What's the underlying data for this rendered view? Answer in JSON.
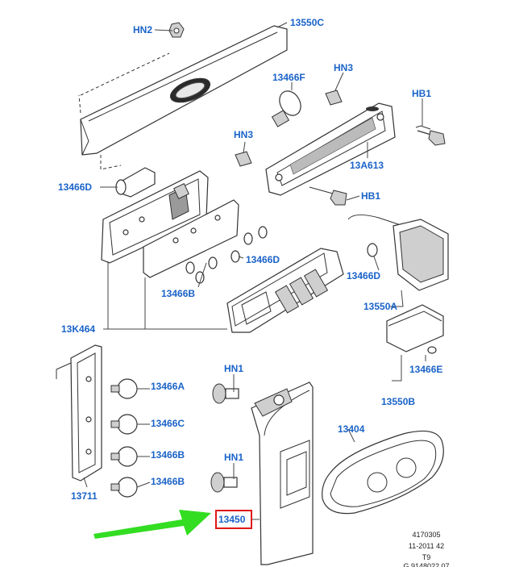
{
  "labels": {
    "hn2": "HN2",
    "p13550c": "13550C",
    "p13466f": "13466F",
    "hn3_top": "HN3",
    "hb1_top": "HB1",
    "hn3_mid": "HN3",
    "p13a613": "13A613",
    "p13466d_left": "13466D",
    "hb1_mid": "HB1",
    "p13466d_mid": "13466D",
    "p13466d_right": "13466D",
    "p13466b_top": "13466B",
    "p13550a": "13550A",
    "p13k464": "13K464",
    "p13466e": "13466E",
    "hn1_top": "HN1",
    "p13550b": "13550B",
    "p13466a": "13466A",
    "p13466c": "13466C",
    "p13404": "13404",
    "p13466b_mid": "13466B",
    "hn1_bot": "HN1",
    "p13466b_bot": "13466B",
    "p13711": "13711",
    "p13450": "13450"
  },
  "footer": {
    "line1": "4170305",
    "line2": "11-2011 42",
    "line3": "T9",
    "line4": "G 9148022 07"
  },
  "colors": {
    "label_blue": "#1a63c8",
    "highlight_red": "#e01818",
    "arrow_green": "#33dd22"
  }
}
